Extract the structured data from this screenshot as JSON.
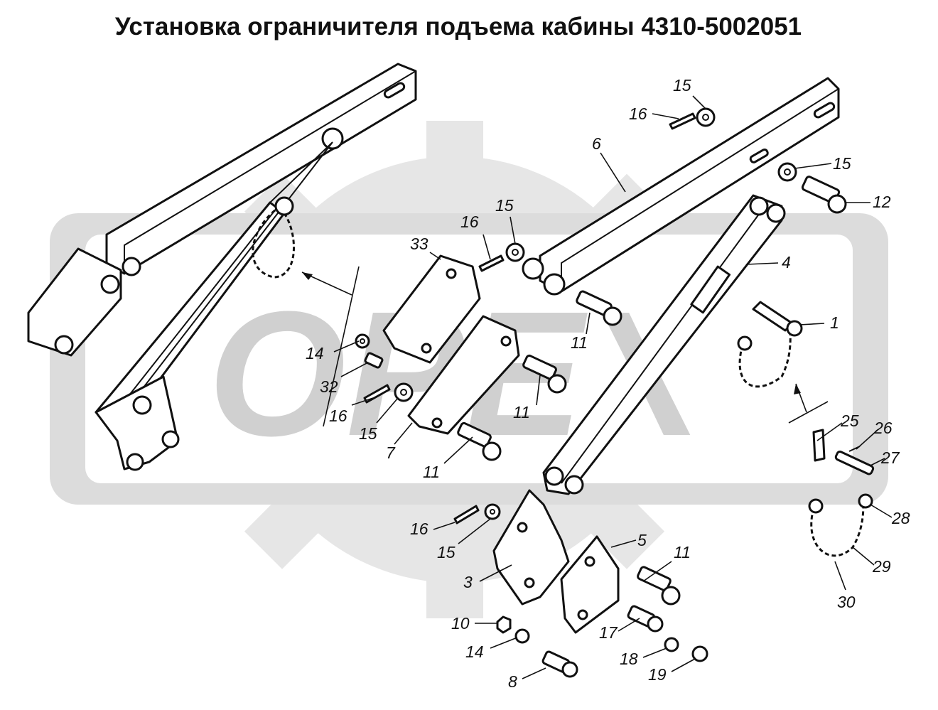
{
  "title": "Установка ограничителя подъема кабины 4310-5002051",
  "watermark": {
    "text": "OPEX",
    "color": "#d0d0d0"
  },
  "labels": {
    "l1": "1",
    "l3": "3",
    "l4": "4",
    "l5": "5",
    "l6": "6",
    "l7": "7",
    "l8": "8",
    "l10": "10",
    "l11a": "11",
    "l11b": "11",
    "l11c": "11",
    "l11d": "11",
    "l12": "12",
    "l14a": "14",
    "l14b": "14",
    "l15a": "15",
    "l15b": "15",
    "l15c": "15",
    "l15d": "15",
    "l15e": "15",
    "l16a": "16",
    "l16b": "16",
    "l16c": "16",
    "l16d": "16",
    "l17": "17",
    "l18": "18",
    "l19": "19",
    "l25": "25",
    "l26": "26",
    "l27": "27",
    "l28": "28",
    "l29": "29",
    "l30": "30",
    "l32": "32",
    "l33": "33"
  }
}
